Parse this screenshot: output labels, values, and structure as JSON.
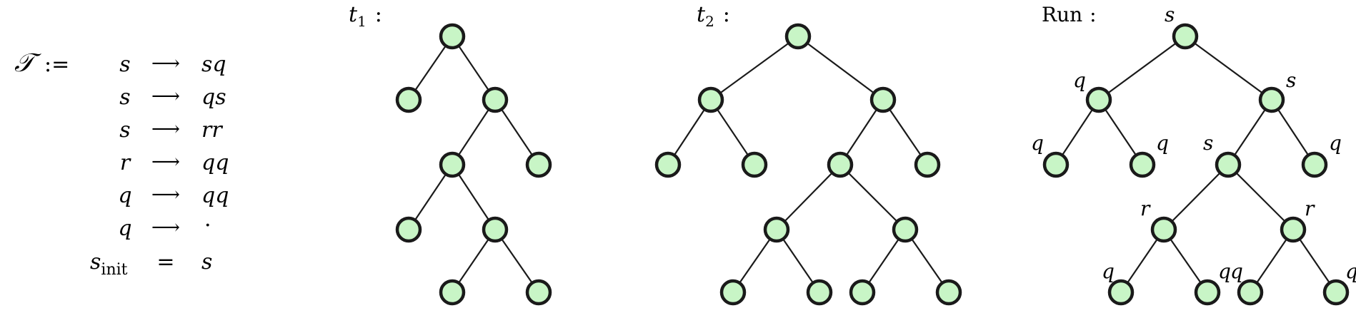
{
  "grammar": {
    "name": "𝒯",
    "define": ":=",
    "arrow": "⟶",
    "rules": [
      {
        "lhs": "s",
        "rhs": "sq"
      },
      {
        "lhs": "s",
        "rhs": "qs"
      },
      {
        "lhs": "s",
        "rhs": "rr"
      },
      {
        "lhs": "r",
        "rhs": "qq"
      },
      {
        "lhs": "q",
        "rhs": "qq"
      },
      {
        "lhs": "q",
        "rhs": "·"
      }
    ],
    "init": {
      "lhs_base": "s",
      "lhs_sub": "init",
      "op": "=",
      "rhs": "s"
    }
  },
  "trees": [
    {
      "id": "t1",
      "label_base": "t",
      "label_sub": "1",
      "colon": ":"
    },
    {
      "id": "t2",
      "label_base": "t",
      "label_sub": "2",
      "colon": ":"
    },
    {
      "id": "run",
      "label_base": "Run",
      "label_sub": "",
      "colon": ":",
      "node_states": [
        "s",
        "q",
        "s",
        "q",
        "q",
        "s",
        "q",
        "r",
        "r",
        "q",
        "q",
        "q",
        "q"
      ]
    }
  ],
  "colors": {
    "node_fill": "#c8f5c6",
    "node_stroke": "#1a1a1a",
    "edge": "#1a1a1a"
  }
}
